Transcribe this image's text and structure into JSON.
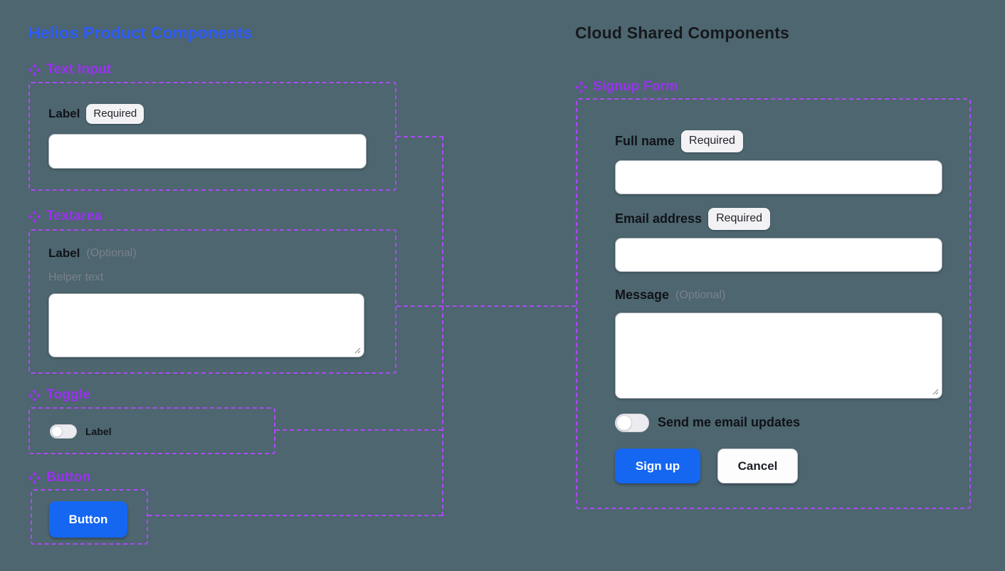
{
  "colors": {
    "background": "#4d666f",
    "helios_title_blue": "#2e5bff",
    "cloud_title_black": "#16181d",
    "component_purple": "#9c30f3",
    "connector_purple": "#ad49f6",
    "primary_button_blue": "#1567f2"
  },
  "helios": {
    "title": "Helios Product Components",
    "text_input": {
      "heading": "Text Input",
      "label": "Label",
      "badge": "Required"
    },
    "textarea": {
      "heading": "Textarea",
      "label": "Label",
      "optional": "(Optional)",
      "helper_text": "Helper text"
    },
    "toggle": {
      "heading": "Toggle",
      "label": "Label"
    },
    "button": {
      "heading": "Button",
      "label": "Button"
    }
  },
  "cloud": {
    "title": "Cloud Shared Components",
    "signup": {
      "heading": "Signup Form",
      "full_name": {
        "label": "Full name",
        "badge": "Required"
      },
      "email": {
        "label": "Email address",
        "badge": "Required"
      },
      "message": {
        "label": "Message",
        "optional": "(Optional)"
      },
      "updates_toggle": {
        "label": "Send me email updates"
      },
      "buttons": {
        "signup": "Sign up",
        "cancel": "Cancel"
      }
    }
  }
}
